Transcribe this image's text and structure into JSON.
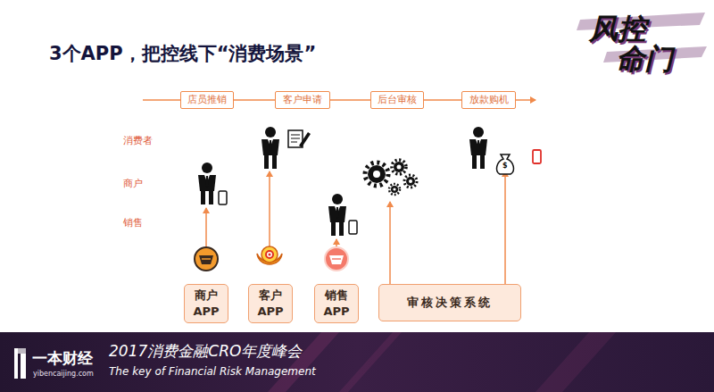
{
  "diagram": {
    "title": "3个APP，把控线下“消费场景”",
    "nodes": [
      {
        "text": [
          "店员推销"
        ]
      },
      {
        "text": [
          "客户申请"
        ]
      },
      {
        "text": [
          "后台审核"
        ]
      },
      {
        "text": [
          "放款购机"
        ]
      },
      {
        "text": [
          "商户 APP"
        ]
      },
      {
        "text": [
          "客户 APP"
        ]
      },
      {
        "text": [
          "销售 APP"
        ]
      },
      {
        "text": [
          "审核决策系统"
        ]
      }
    ],
    "edges": [
      {
        "from": 0,
        "to": 1,
        "arrow": "none"
      },
      {
        "from": 1,
        "to": 2,
        "arrow": "none"
      },
      {
        "from": 2,
        "to": 3,
        "arrow": "none"
      }
    ],
    "labels": [
      "消费者",
      "商户",
      "销售",
      "$",
      "风控",
      "命门",
      "一本财经",
      "yibencaijing.com",
      "2017消费金融CRO年度峰会",
      "The key of Financial Risk Management"
    ]
  }
}
